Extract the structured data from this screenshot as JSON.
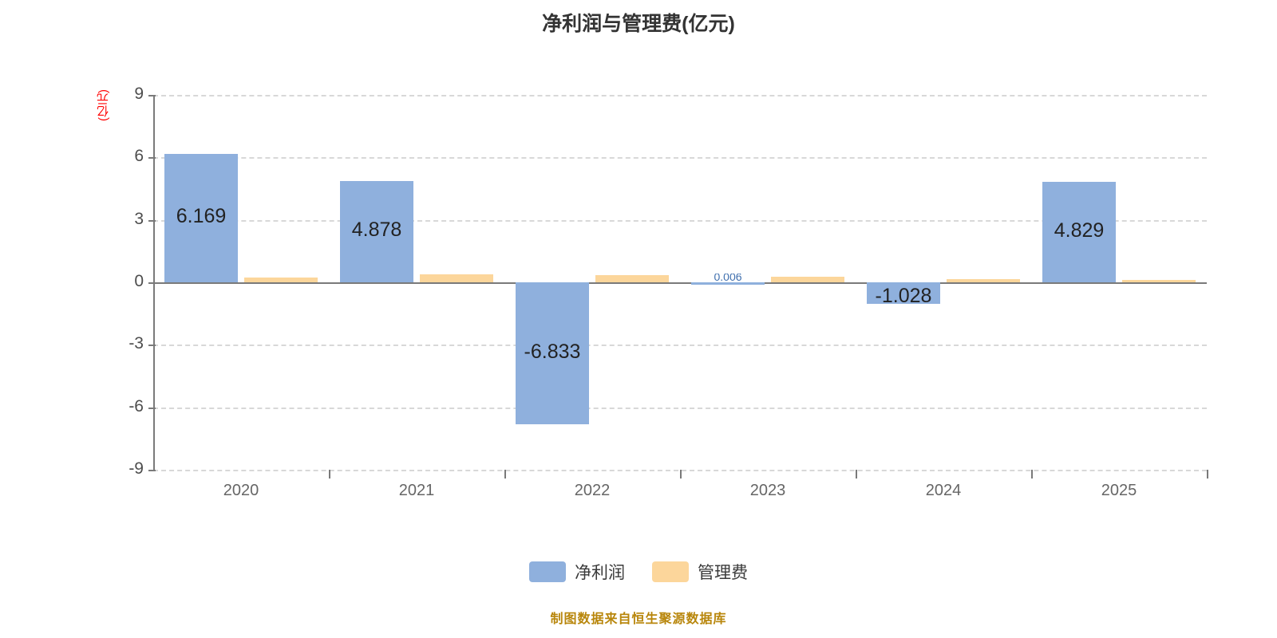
{
  "chart_data": {
    "type": "bar",
    "title": "净利润与管理费(亿元)",
    "xlabel": "",
    "ylabel": "(亿元)",
    "categories": [
      "2020",
      "2021",
      "2022",
      "2023",
      "2024",
      "2025"
    ],
    "series": [
      {
        "name": "净利润",
        "color": "#8fb0dd",
        "values": [
          6.169,
          4.878,
          -6.833,
          0.006,
          -1.028,
          4.829
        ],
        "labels": [
          "6.169",
          "4.878",
          "-6.833",
          "0.006",
          "-1.028",
          "4.829"
        ]
      },
      {
        "name": "管理费",
        "color": "#fcd69b",
        "values": [
          0.24,
          0.39,
          0.33,
          0.28,
          0.16,
          0.12
        ],
        "labels": [
          "",
          "",
          "",
          "",
          "",
          ""
        ]
      }
    ],
    "yticks": [
      "9",
      "6",
      "3",
      "0",
      "-3",
      "-6",
      "-9"
    ],
    "ylim": [
      -9,
      9
    ],
    "grid": true,
    "grid_style": "dashed",
    "legend_position": "bottom",
    "footnote": "制图数据来自恒生聚源数据库",
    "colors": {
      "net_profit": "#8fb0dd",
      "admin_expense": "#fcd69b",
      "axis": "#7a7a7a",
      "grid": "#d8d8d8",
      "title": "#333333",
      "unit_label": "#ff0000",
      "footnote": "#b8860b"
    }
  }
}
